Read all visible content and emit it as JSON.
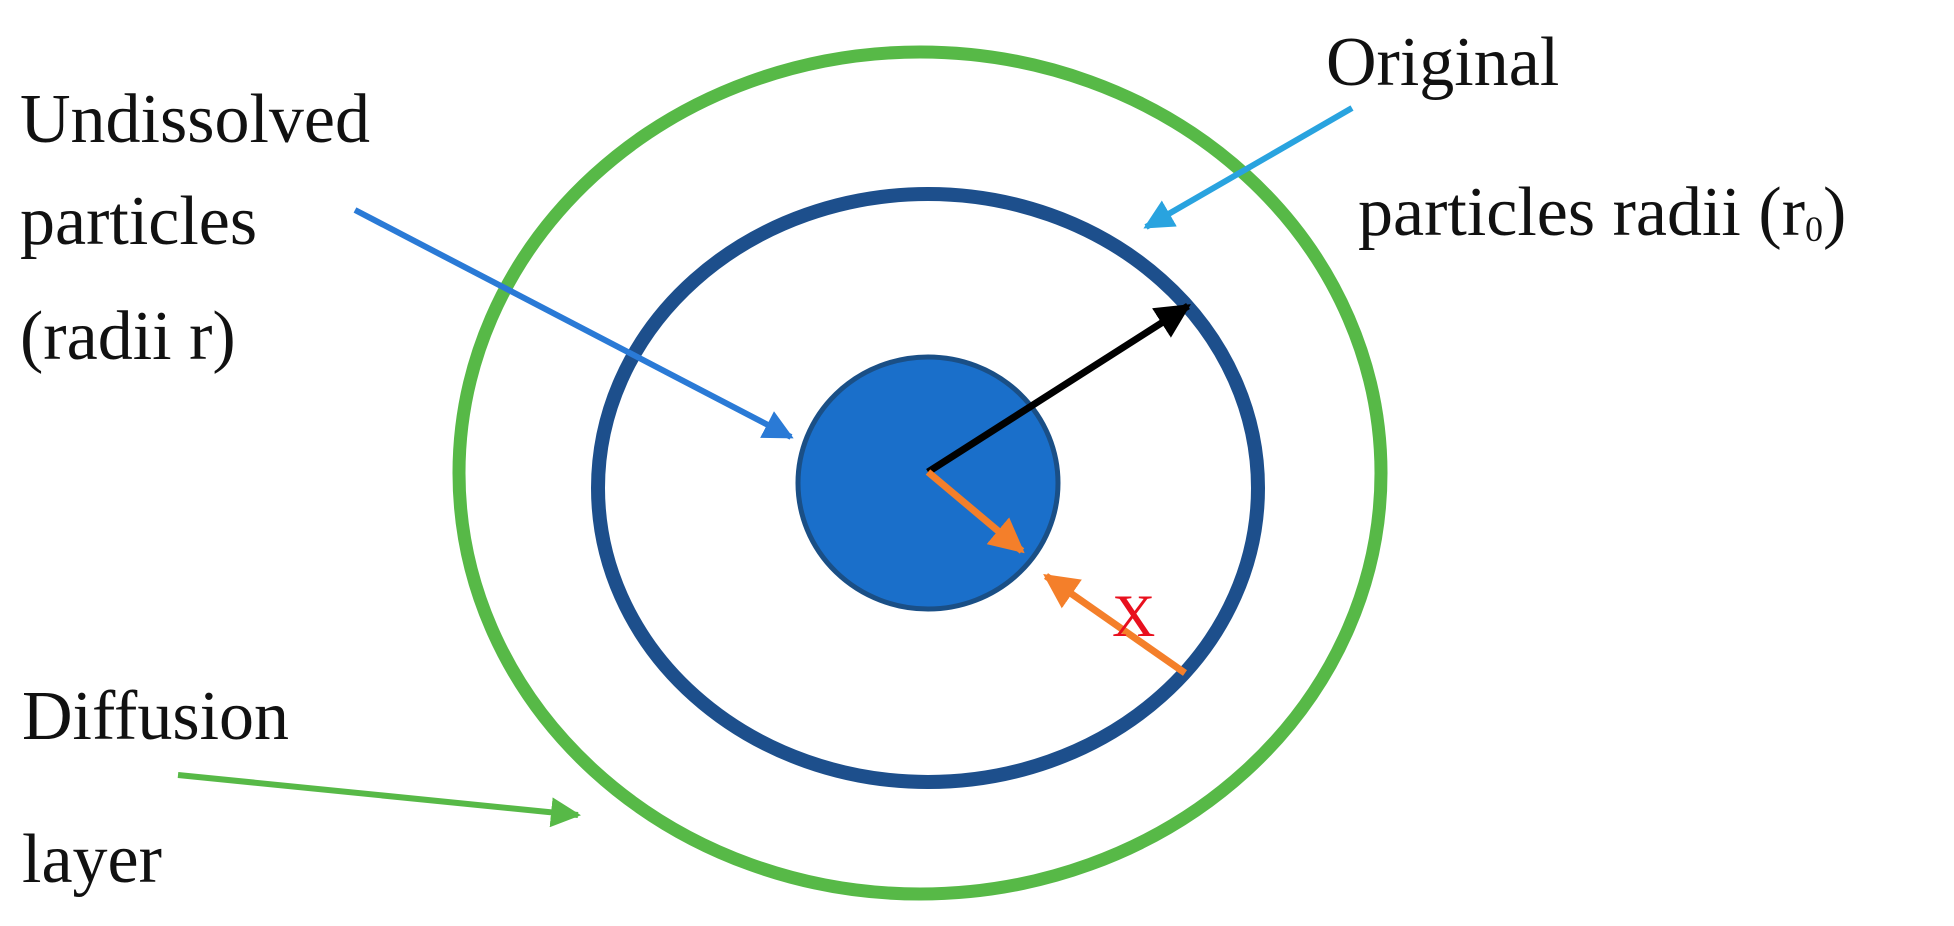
{
  "labels": {
    "undissolved": [
      "Undissolved",
      "particles",
      "(radii r)"
    ],
    "original": {
      "line1": "Original",
      "line2_prefix": "particles radii (r",
      "subscript": "0",
      "line2_suffix": ")"
    },
    "diffusion": [
      "Diffusion",
      "layer"
    ],
    "x": "X"
  },
  "colors": {
    "diffusion_layer": "#57b947",
    "original_particle": "#1d4f8c",
    "undissolved_fill": "#1a6fca",
    "undissolved_stroke": "#1a4f86",
    "pointer_undissolved": "#2a7ad6",
    "pointer_original": "#29a3df",
    "pointer_diffusion": "#57b947",
    "radius_r0": "#000000",
    "radius_r": "#f47f2a",
    "x_arrow": "#f47f2a",
    "x_label": "#e8101e"
  }
}
